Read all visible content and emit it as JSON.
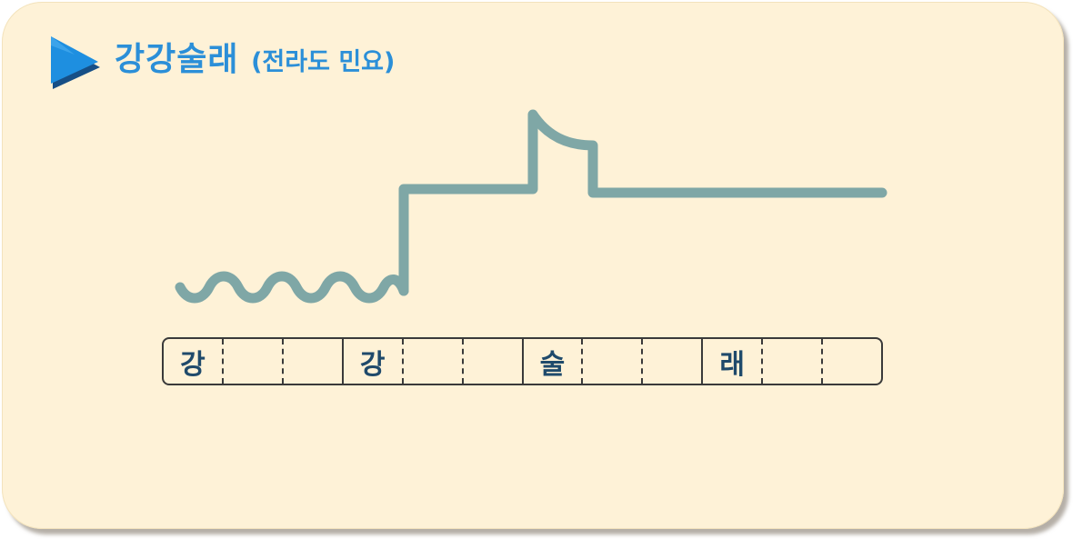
{
  "title": {
    "main": "강강술래",
    "sub": "(전라도 민요)",
    "icon": "play-triangle-icon"
  },
  "colors": {
    "card_background": "#fef2d7",
    "title_text": "#2b8fd8",
    "icon_blue": "#1e8fe0",
    "melody_line": "#7fa7a6",
    "syllable_text": "#1f4a6b",
    "grid_line": "#3a3a3a"
  },
  "melody": {
    "description_segments": [
      "wavy-tremolo",
      "rise",
      "level",
      "rise-with-glide-down",
      "drop",
      "long-level"
    ]
  },
  "beats": {
    "groups": [
      {
        "syllable": "강",
        "cells": 3
      },
      {
        "syllable": "강",
        "cells": 3
      },
      {
        "syllable": "술",
        "cells": 3
      },
      {
        "syllable": "래",
        "cells": 3
      }
    ]
  }
}
